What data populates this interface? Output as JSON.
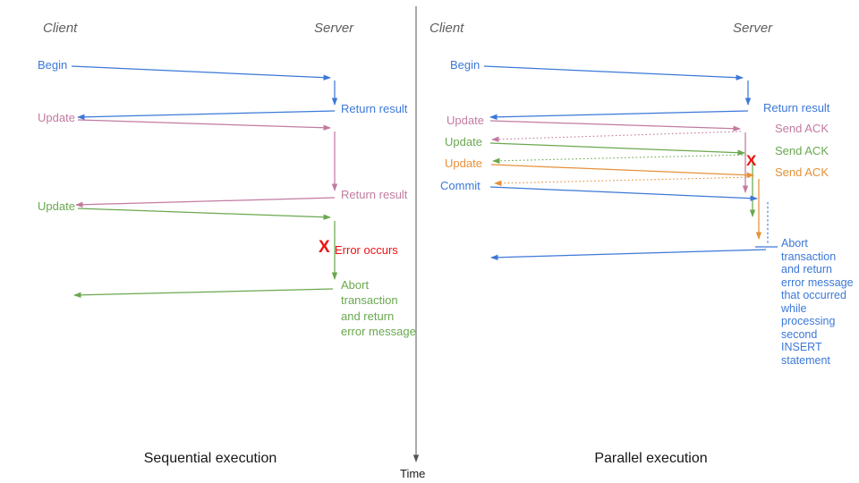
{
  "colors": {
    "c-blue": "#3c78d8",
    "c-pink": "#c27ba0",
    "c-green": "#6aa84f",
    "c-orange": "#e69138",
    "c-red": "#ee1111"
  },
  "time_axis": {
    "label": "Time"
  },
  "left": {
    "title": "Sequential execution",
    "client": "Client",
    "server": "Server",
    "begin": "Begin",
    "return1": "Return result",
    "update1": "Update",
    "return2": "Return result",
    "update2": "Update",
    "error_mark": "X",
    "error": "Error occurs",
    "abort": "Abort\ntransaction\nand return\nerror message"
  },
  "right": {
    "title": "Parallel execution",
    "client": "Client",
    "server": "Server",
    "begin": "Begin",
    "return_result": "Return result",
    "update1": "Update",
    "ack1": "Send ACK",
    "update2": "Update",
    "ack2": "Send ACK",
    "update3": "Update",
    "ack3": "Send ACK",
    "commit": "Commit",
    "error_mark": "X",
    "abort": "Abort\ntransaction\nand return\nerror message\nthat occurred\nwhile\nprocessing\nsecond\nINSERT\nstatement"
  }
}
